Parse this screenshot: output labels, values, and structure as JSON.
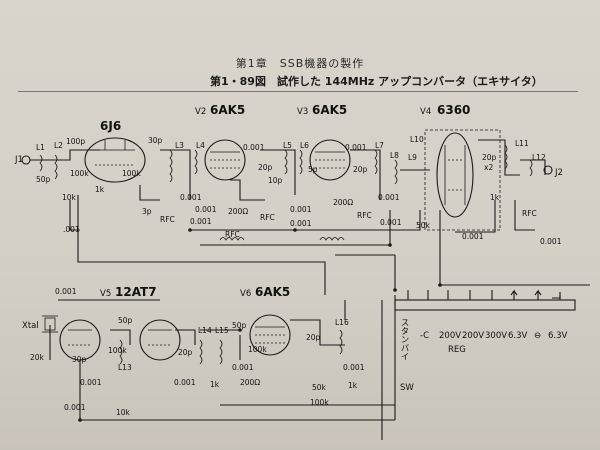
{
  "header": {
    "chapter": "第1章　SSB機器の製作",
    "figure_title": "第1・89図　試作した 144MHz アップコンバータ（エキサイタ）"
  },
  "tubes": {
    "v1": {
      "type": "6J6"
    },
    "v2": {
      "ref": "V2",
      "type": "6AK5"
    },
    "v3": {
      "ref": "V3",
      "type": "6AK5"
    },
    "v4": {
      "ref": "V4",
      "type": "6360"
    },
    "v5": {
      "ref": "V5",
      "type": "12AT7"
    },
    "v6": {
      "ref": "V6",
      "type": "6AK5"
    }
  },
  "labels": {
    "j1": "J1",
    "j2": "J2",
    "l1": "L1",
    "l2": "L2",
    "l3": "L3",
    "l4": "L4",
    "l5": "L5",
    "l6": "L6",
    "l7": "L7",
    "l8": "L8",
    "l9": "L9",
    "l10": "L10",
    "l11": "L11",
    "l12": "L12",
    "l13": "L13",
    "l14": "L14",
    "l15": "L15",
    "l16": "L16",
    "c_100p": "100p",
    "c_50p_in": "50p",
    "c_30p_v1": "30p",
    "r_100k_v1": "100k",
    "r_1k_v1": "1k",
    "r_100k_v1b": "100k",
    "r_10k_v1": "10k",
    "c_001_v1": ".001",
    "c_3p": "3p",
    "rfc_1": "RFC",
    "c_0001_v2a": "0.001",
    "c_0001_v2b": "0.001",
    "c_0001_v2c": "0.001",
    "c_0001_v2d": "0.001",
    "r_200_v2": "200Ω",
    "c_20p_v2": "20p",
    "c_10p_v2": "10p",
    "rfc_2": "RFC",
    "c_0001_v3a": "0.001",
    "c_0001_v3b": "0.001",
    "c_0001_v3c": "0.001",
    "c_5p": "5p",
    "r_200_v3": "200Ω",
    "c_20p_v3": "20p",
    "rfc_3": "RFC",
    "rfc_mid": "RFC",
    "c_0001_v4a": "0.001",
    "c_0001_v4b": "0.001",
    "r_50k_v4": "50k",
    "c_20px2": "20p",
    "c_x2": "x2",
    "r_1k_v4": "1k",
    "rfc_4": "RFC",
    "c_0001_v4c": "0.001",
    "c_0001_right": "0.001",
    "xtal": "Xtal",
    "c_0001_osc": "0.001",
    "r_20k": "20k",
    "c_30p_osc": "30p",
    "c_50p_v5": "50p",
    "r_100k_v5": "100k",
    "c_20p_v5": "20p",
    "c_0001_v5a": "0.001",
    "c_0001_v5b": "0.001",
    "r_10k_v5": "10k",
    "c_50p_v6": "50p",
    "r_100k_v6": "100k",
    "c_20p_v6": "20p",
    "c_0001_v6a": "0.001",
    "c_0001_v6b": "0.001",
    "c_0001_v6c": "0.001",
    "r_1k_v6": "1k",
    "r_200_v6": "200Ω",
    "r_100k_v6b": "100k",
    "r_50k_v6": "50k",
    "r_1k_v6b": "1k"
  },
  "terminal_strip": {
    "standby": "スタンバイ",
    "sw": "SW",
    "terminals": [
      "-C",
      "200V",
      "200V",
      "300V",
      "6.3V",
      "⊖",
      "6.3V"
    ],
    "reg": "REG"
  }
}
